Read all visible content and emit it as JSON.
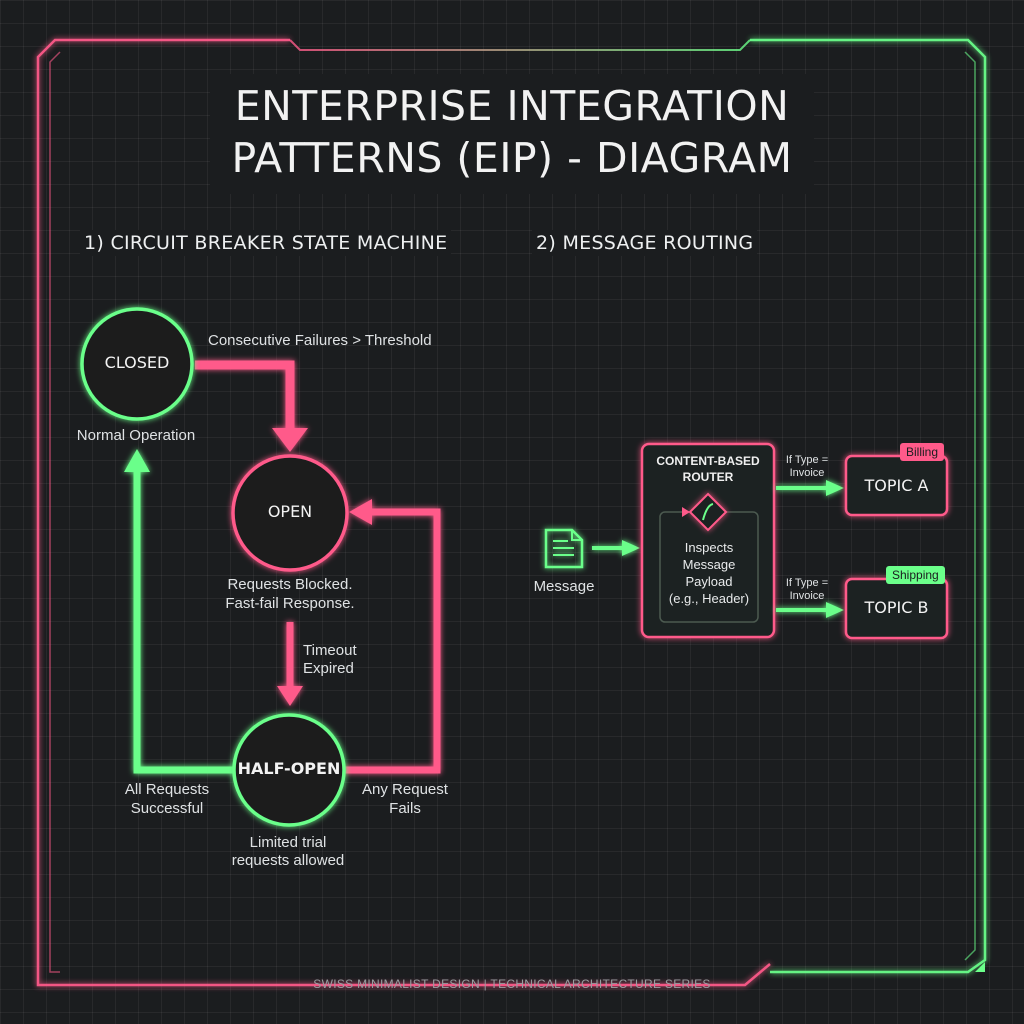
{
  "title": {
    "line1": "ENTERPRISE INTEGRATION",
    "line2": "PATTERNS (EIP) - DIAGRAM"
  },
  "colors": {
    "pink": "#ff5a8a",
    "green": "#6bff8a",
    "background": "#1b1d1f"
  },
  "circuit_breaker": {
    "heading": "1) CIRCUIT BREAKER STATE MACHINE",
    "states": {
      "closed": {
        "label": "CLOSED",
        "note": "Normal Operation"
      },
      "open": {
        "label": "OPEN",
        "note_line1": "Requests Blocked.",
        "note_line2": "Fast-fail Response."
      },
      "half_open": {
        "label": "HALF-OPEN",
        "note_line1": "Limited trial",
        "note_line2": "requests allowed"
      }
    },
    "transitions": {
      "closed_to_open": "Consecutive Failures > Threshold",
      "open_to_half_line1": "Timeout",
      "open_to_half_line2": "Expired",
      "half_to_closed_line1": "All Requests",
      "half_to_closed_line2": "Successful",
      "half_to_open_line1": "Any Request",
      "half_to_open_line2": "Fails"
    }
  },
  "routing": {
    "heading": "2) MESSAGE ROUTING",
    "message_label": "Message",
    "router": {
      "title_line1": "CONTENT-BASED",
      "title_line2": "ROUTER",
      "desc_line1": "Inspects",
      "desc_line2": "Message",
      "desc_line3": "Payload",
      "desc_line4": "(e.g., Header)"
    },
    "route_a": {
      "cond_line1": "If Type =",
      "cond_line2": "Invoice",
      "topic": "TOPIC A",
      "tag": "Billing"
    },
    "route_b": {
      "cond_line1": "If Type =",
      "cond_line2": "Invoice",
      "topic": "TOPIC B",
      "tag": "Shipping"
    }
  },
  "footer": "SWISS MINIMALIST DESIGN | TECHNICAL ARCHITECTURE SERIES",
  "icons": [
    "document-icon",
    "diamond-decision-icon"
  ]
}
